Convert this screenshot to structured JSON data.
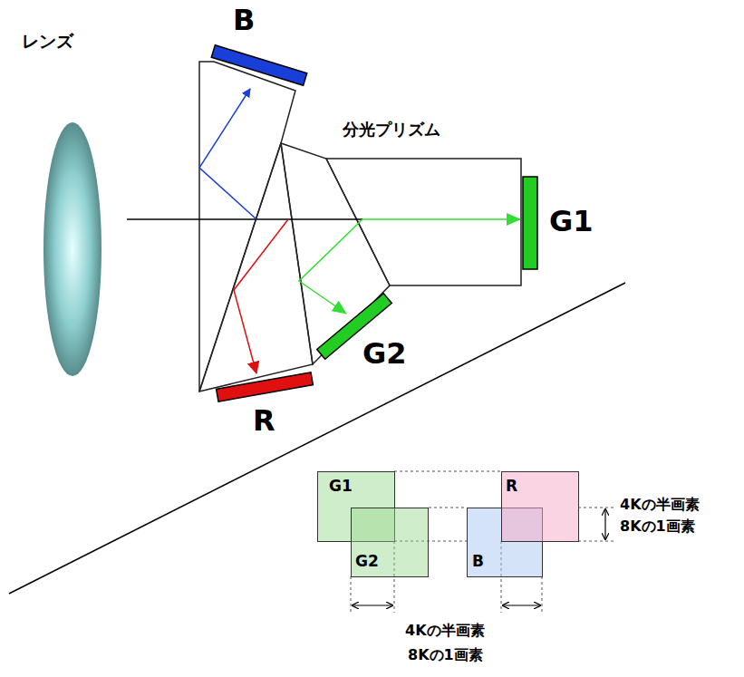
{
  "diagram": {
    "nodes": [
      {
        "text": [
          "G1"
        ]
      },
      {
        "text": [
          "G2"
        ]
      },
      {
        "text": [
          "R"
        ]
      },
      {
        "text": [
          "B"
        ]
      }
    ],
    "labels": [
      "レンズ",
      "B",
      "分光プリズム",
      "G1",
      "G2",
      "R",
      "4Kの半画素",
      "8Kの1画素",
      "4Kの半画素",
      "8Kの1画素"
    ]
  }
}
